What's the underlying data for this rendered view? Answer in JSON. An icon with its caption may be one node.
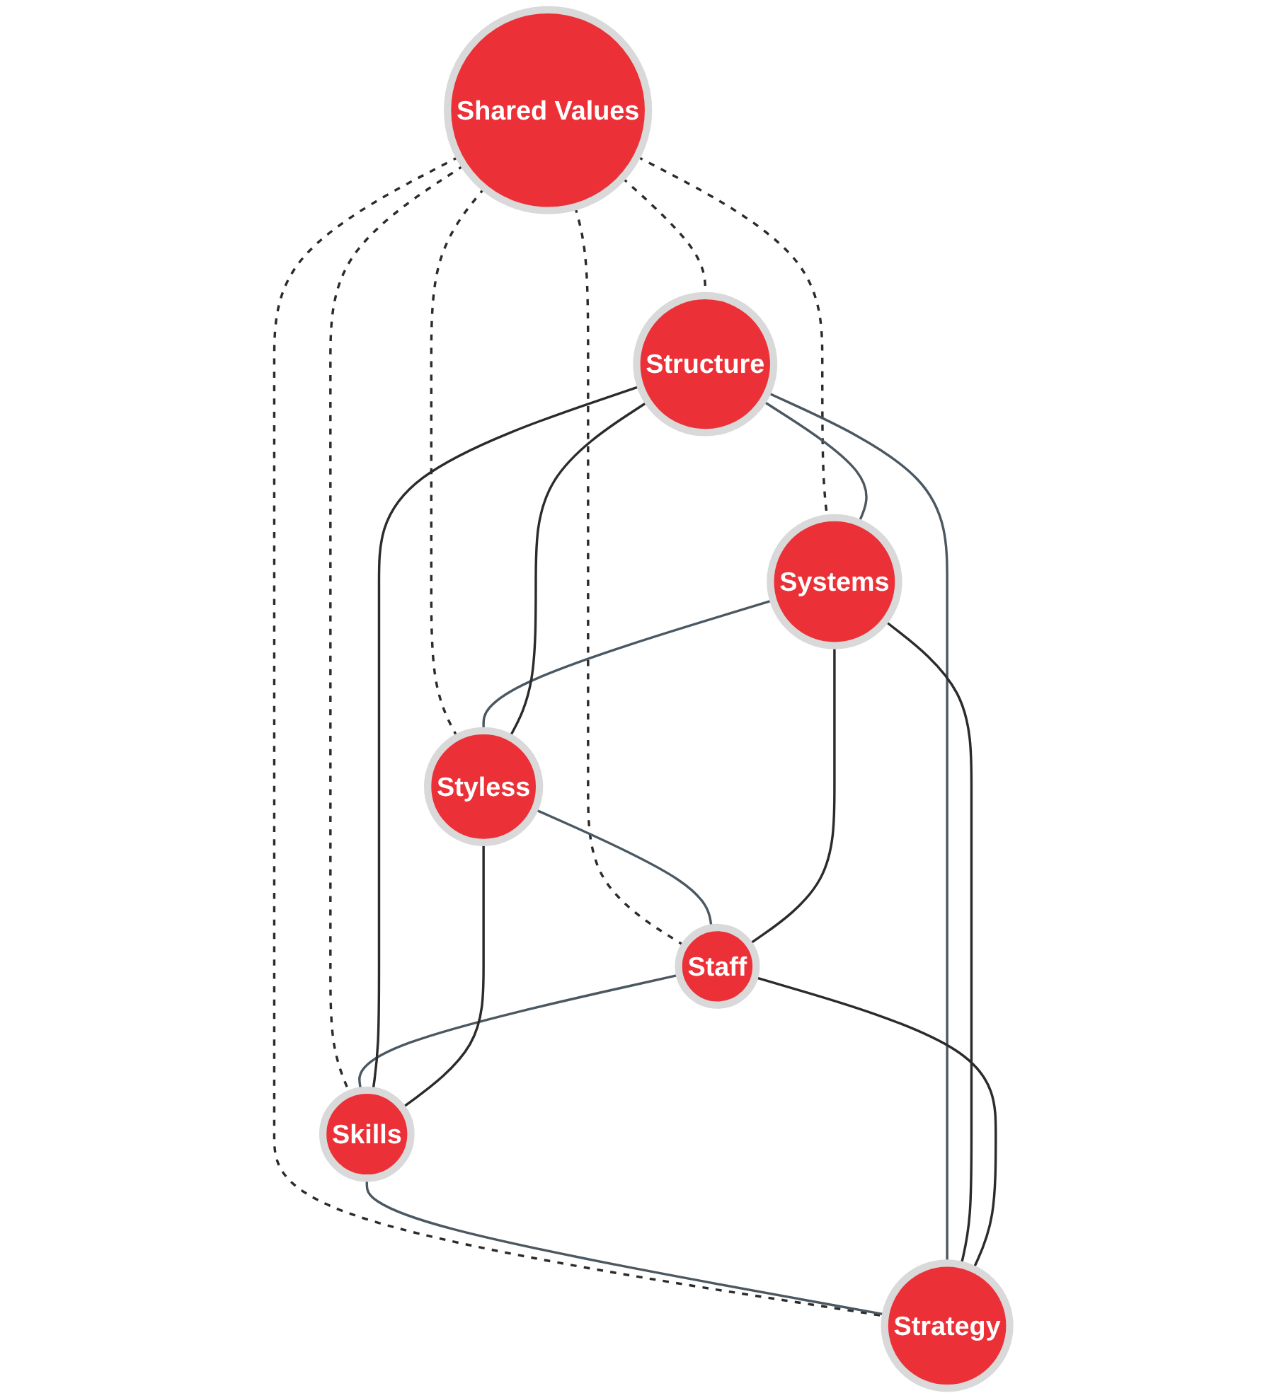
{
  "diagram": {
    "nodes": [
      {
        "text": [
          "Structure"
        ]
      },
      {
        "text": [
          "Strategy"
        ]
      },
      {
        "text": [
          "Systems"
        ]
      },
      {
        "text": [
          "Shared Values"
        ]
      },
      {
        "text": [
          "Skills"
        ]
      },
      {
        "text": [
          "Styless"
        ]
      },
      {
        "text": [
          "Staff"
        ]
      }
    ],
    "edges": [
      {
        "from": 3,
        "to": 0,
        "arrow": "none",
        "style": "dashed"
      },
      {
        "from": 3,
        "to": 1,
        "arrow": "none",
        "style": "dashed"
      },
      {
        "from": 3,
        "to": 2,
        "arrow": "none",
        "style": "dashed"
      },
      {
        "from": 3,
        "to": 4,
        "arrow": "none",
        "style": "dashed"
      },
      {
        "from": 3,
        "to": 5,
        "arrow": "none",
        "style": "dashed"
      },
      {
        "from": 3,
        "to": 6,
        "arrow": "none",
        "style": "dashed"
      },
      {
        "from": 1,
        "to": 0,
        "arrow": "none",
        "color": "#4b5862"
      },
      {
        "from": 0,
        "to": 2,
        "arrow": "none",
        "color": "#4b5862"
      },
      {
        "from": 2,
        "to": 5,
        "arrow": "none",
        "color": "#4b5862"
      },
      {
        "from": 5,
        "to": 6,
        "arrow": "none",
        "color": "#4b5862"
      },
      {
        "from": 6,
        "to": 4,
        "arrow": "none",
        "color": "#4b5862"
      },
      {
        "from": 4,
        "to": 1,
        "arrow": "none",
        "color": "#4b5862"
      },
      {
        "from": 1,
        "to": 2,
        "arrow": "none"
      },
      {
        "from": 0,
        "to": 4,
        "arrow": "none"
      },
      {
        "from": 0,
        "to": 5,
        "arrow": "none"
      },
      {
        "from": 1,
        "to": 6,
        "arrow": "none"
      },
      {
        "from": 2,
        "to": 6,
        "arrow": "none"
      },
      {
        "from": 4,
        "to": 5,
        "arrow": "none"
      }
    ]
  }
}
